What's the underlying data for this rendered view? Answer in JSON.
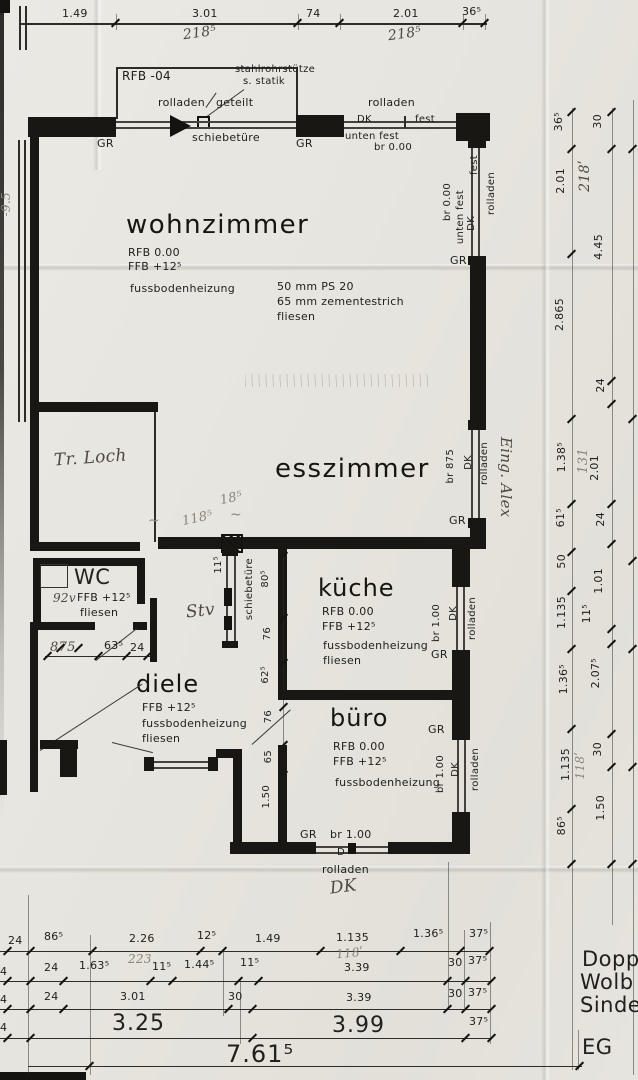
{
  "sheet": {
    "floor": "EG",
    "project_l1": "Dopp",
    "project_l2": "Wolb",
    "project_l3": "Sinde"
  },
  "top_dims": {
    "d1": "1.49",
    "d2": "3.01",
    "d3": "74",
    "d4": "2.01",
    "d5": "36⁵",
    "h1": "218⁵",
    "h2": "218⁵"
  },
  "terrace": {
    "rfb": "RFB -04",
    "note1": "stahlrohrstütze",
    "note2": "s. statik"
  },
  "top_door": {
    "rolladen": "rolladen",
    "geteilt": "geteilt",
    "schiebetuere": "schiebetüre",
    "gr_left": "GR",
    "gr_right": "GR"
  },
  "top_win": {
    "rolladen": "rolladen",
    "dk": "DK",
    "fest": "fest",
    "unten": "unten fest",
    "br": "br 0.00"
  },
  "right_win_top": {
    "fest": "fest",
    "br": "br 0.00",
    "unten": "unten fest",
    "dk": "DK",
    "rolladen": "rolladen",
    "gr": "GR"
  },
  "rooms": {
    "wohnzimmer": {
      "name": "wohnzimmer",
      "rfb": "RFB 0.00",
      "ffb": "FFB +12⁵",
      "heiz": "fussbodenheizung",
      "spec1": "50 mm PS 20",
      "spec2": "65 mm zementestrich",
      "spec3": "fliesen"
    },
    "esszimmer": {
      "name": "esszimmer"
    },
    "wc": {
      "name": "WC",
      "hand": "92v",
      "ffb": "FFB +12⁵",
      "fliesen": "fliesen"
    },
    "diele": {
      "name": "diele",
      "ffb": "FFB +12⁵",
      "heiz": "fussbodenheizung",
      "fliesen": "fliesen"
    },
    "kueche": {
      "name": "küche",
      "rfb": "RFB 0.00",
      "ffb": "FFB +12⁵",
      "heiz": "fussbodenheizung",
      "fliesen": "fliesen"
    },
    "buero": {
      "name": "büro",
      "rfb": "RFB 0.00",
      "ffb": "FFB +12⁵",
      "heiz": "fussbodenheizung"
    }
  },
  "essz_win": {
    "br": "br 875",
    "dk": "DK",
    "rolladen": "rolladen",
    "gr": "GR",
    "hand": "Eing. Alex"
  },
  "kueche_win": {
    "br": "br 1.00",
    "dk": "DK",
    "rolladen": "rolladen",
    "gr": "GR"
  },
  "kueche_door": {
    "schiebetuere": "schiebetüre",
    "d115": "11⁵"
  },
  "chain_mid": {
    "d805": "80⁵",
    "d76": "76",
    "d625": "62⁵",
    "b76": "76",
    "b65": "65",
    "b150": "1.50"
  },
  "buero_win_r": {
    "gr": "GR",
    "br": "br 1.00",
    "dk": "DK",
    "rolladen": "rolladen"
  },
  "buero_win_b": {
    "gr": "GR",
    "br": "br 1.00",
    "d": "D",
    "rolladen": "rolladen",
    "dk_hand": "DK"
  },
  "wc_dims": {
    "d875": "875",
    "d635": "63⁵",
    "d24": "24"
  },
  "annotations": {
    "tr_loch": "Tr. Loch",
    "h1185": "118⁵",
    "h185": "18⁵",
    "stv": "Stv",
    "left_edge": "-9.5",
    "sq1": "~",
    "sq2": "~"
  },
  "right_chain_inner": {
    "v0": "36⁵",
    "v1": "2.01",
    "v2": "2.865",
    "v3": "1.38⁵",
    "v4": "61⁵",
    "v5": "50",
    "v6": "1.135",
    "v7": "1.36⁵",
    "v8": "1.135",
    "v9": "86⁵"
  },
  "right_chain_outer": {
    "v0": "30",
    "h218": "218ʹ",
    "v1": "4.45",
    "v2": "24",
    "h131": "131",
    "v3": "2.01",
    "v4": "24",
    "v5": "1.01",
    "v6": "11⁵",
    "v7": "2.07⁵",
    "v8": "30",
    "v9": "1.50",
    "h118": "118ʹ"
  },
  "bottom_rows": {
    "r1": {
      "c0": "24",
      "c1": "86⁵",
      "c2": "2.26",
      "c3": "12⁵",
      "c4": "1.49",
      "c5": "1.135",
      "c6": "1.36⁵",
      "c7": "37⁵"
    },
    "r2": {
      "c0": "4",
      "c1": "24",
      "c2": "1.63⁵",
      "hand": "223",
      "c3": "11⁵",
      "c4": "1.44⁵",
      "c5": "11⁵",
      "hand2": "118ʹ",
      "c6": "3.39",
      "c7": "30",
      "c8": "37⁵"
    },
    "r3": {
      "c0": "4",
      "c1": "24",
      "c2": "3.01",
      "c3": "30",
      "c4": "3.39",
      "c5": "30",
      "c6": "37⁵"
    },
    "r4": {
      "c0": "4",
      "c1": "3.25",
      "c2": "3.99",
      "c3": "37⁵"
    },
    "r5": {
      "c0": "7.61⁵"
    }
  }
}
